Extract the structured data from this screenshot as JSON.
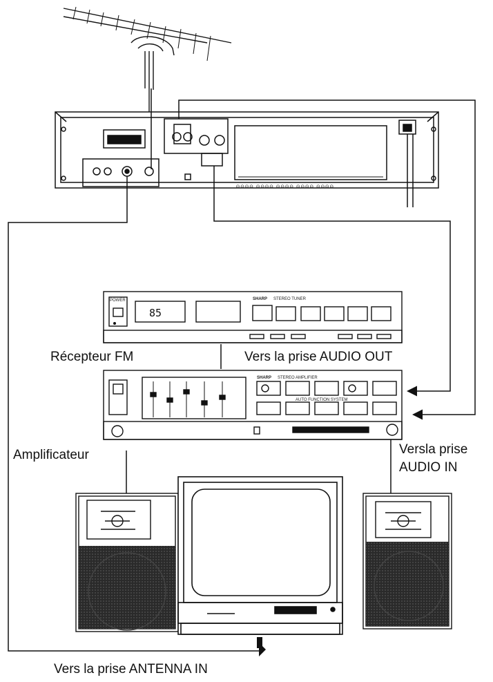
{
  "labels": {
    "fm_receiver": "Récepteur FM",
    "audio_out": "Vers la prise AUDIO OUT",
    "amplifier": "Amplificateur",
    "audio_in_line1": "Versla prise",
    "audio_in_line2": "AUDIO IN",
    "antenna_in": "Vers la prise ANTENNA IN"
  },
  "tuner": {
    "power_label": "POWER",
    "display_text": "85",
    "brand": "SHARP",
    "model": "STEREO TUNER"
  },
  "amplifier_panel": {
    "brand": "SHARP",
    "model": "STEREO AMPLIFIER",
    "function_label": "AUTO FUNCTION SYSTEM"
  },
  "colors": {
    "line": "#111111",
    "paper": "#ffffff",
    "speaker_grille": "#1e1e1e"
  }
}
